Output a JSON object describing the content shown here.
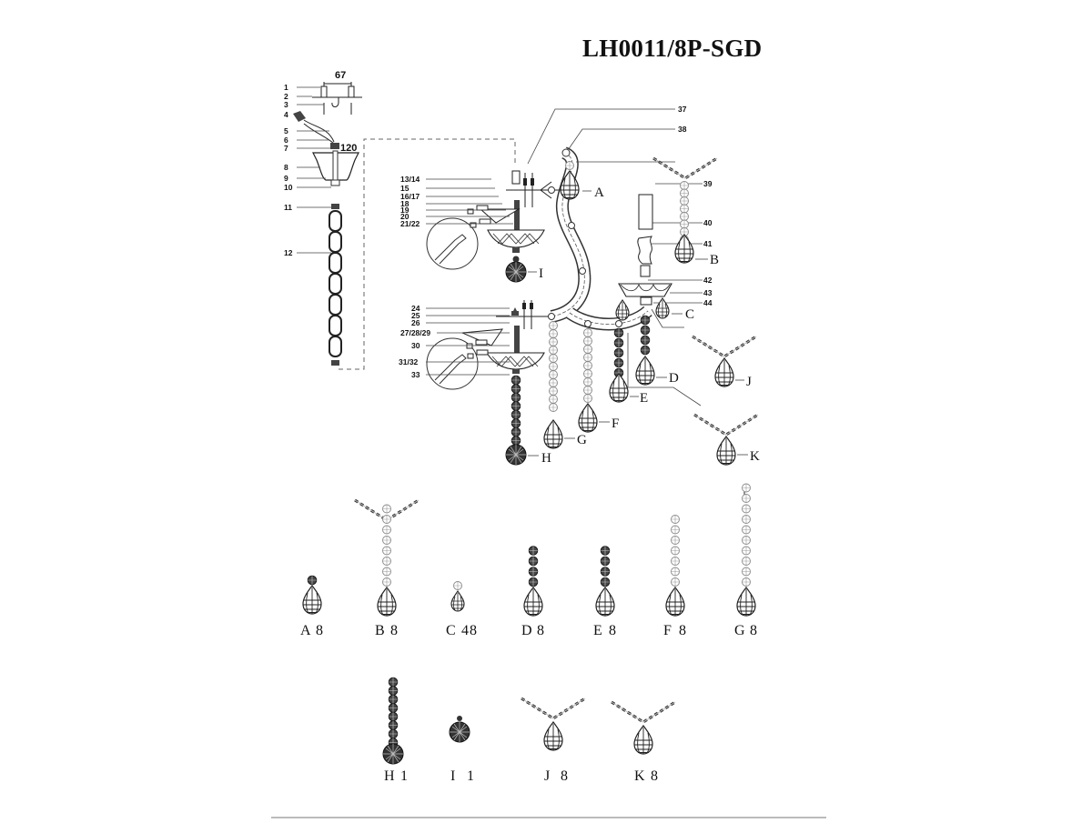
{
  "title": "LH0011/8P-SGD",
  "dimensions": {
    "mount_spacing": "67",
    "canopy_height": "120"
  },
  "callouts_left": [
    "1",
    "2",
    "3",
    "4",
    "5",
    "6",
    "7",
    "8",
    "9",
    "10",
    "11",
    "12"
  ],
  "callouts_upper_arm": [
    "13/14",
    "15",
    "16/17",
    "18",
    "19",
    "20",
    "21/22"
  ],
  "callouts_lower_arm": [
    "24",
    "25",
    "26",
    "27/28/29",
    "30",
    "31/32",
    "33"
  ],
  "callouts_right": [
    "37",
    "38",
    "39",
    "40",
    "41",
    "42",
    "43",
    "44"
  ],
  "pendant_labels_diagram": [
    "A",
    "B",
    "C",
    "D",
    "E",
    "F",
    "G",
    "H",
    "I",
    "J",
    "K"
  ],
  "parts_list": [
    {
      "letter": "A",
      "qty": "8"
    },
    {
      "letter": "B",
      "qty": "8"
    },
    {
      "letter": "C",
      "qty": "48"
    },
    {
      "letter": "D",
      "qty": "8"
    },
    {
      "letter": "E",
      "qty": "8"
    },
    {
      "letter": "F",
      "qty": "8"
    },
    {
      "letter": "G",
      "qty": "8"
    },
    {
      "letter": "H",
      "qty": "1"
    },
    {
      "letter": "I",
      "qty": "1"
    },
    {
      "letter": "J",
      "qty": "8"
    },
    {
      "letter": "K",
      "qty": "8"
    }
  ]
}
